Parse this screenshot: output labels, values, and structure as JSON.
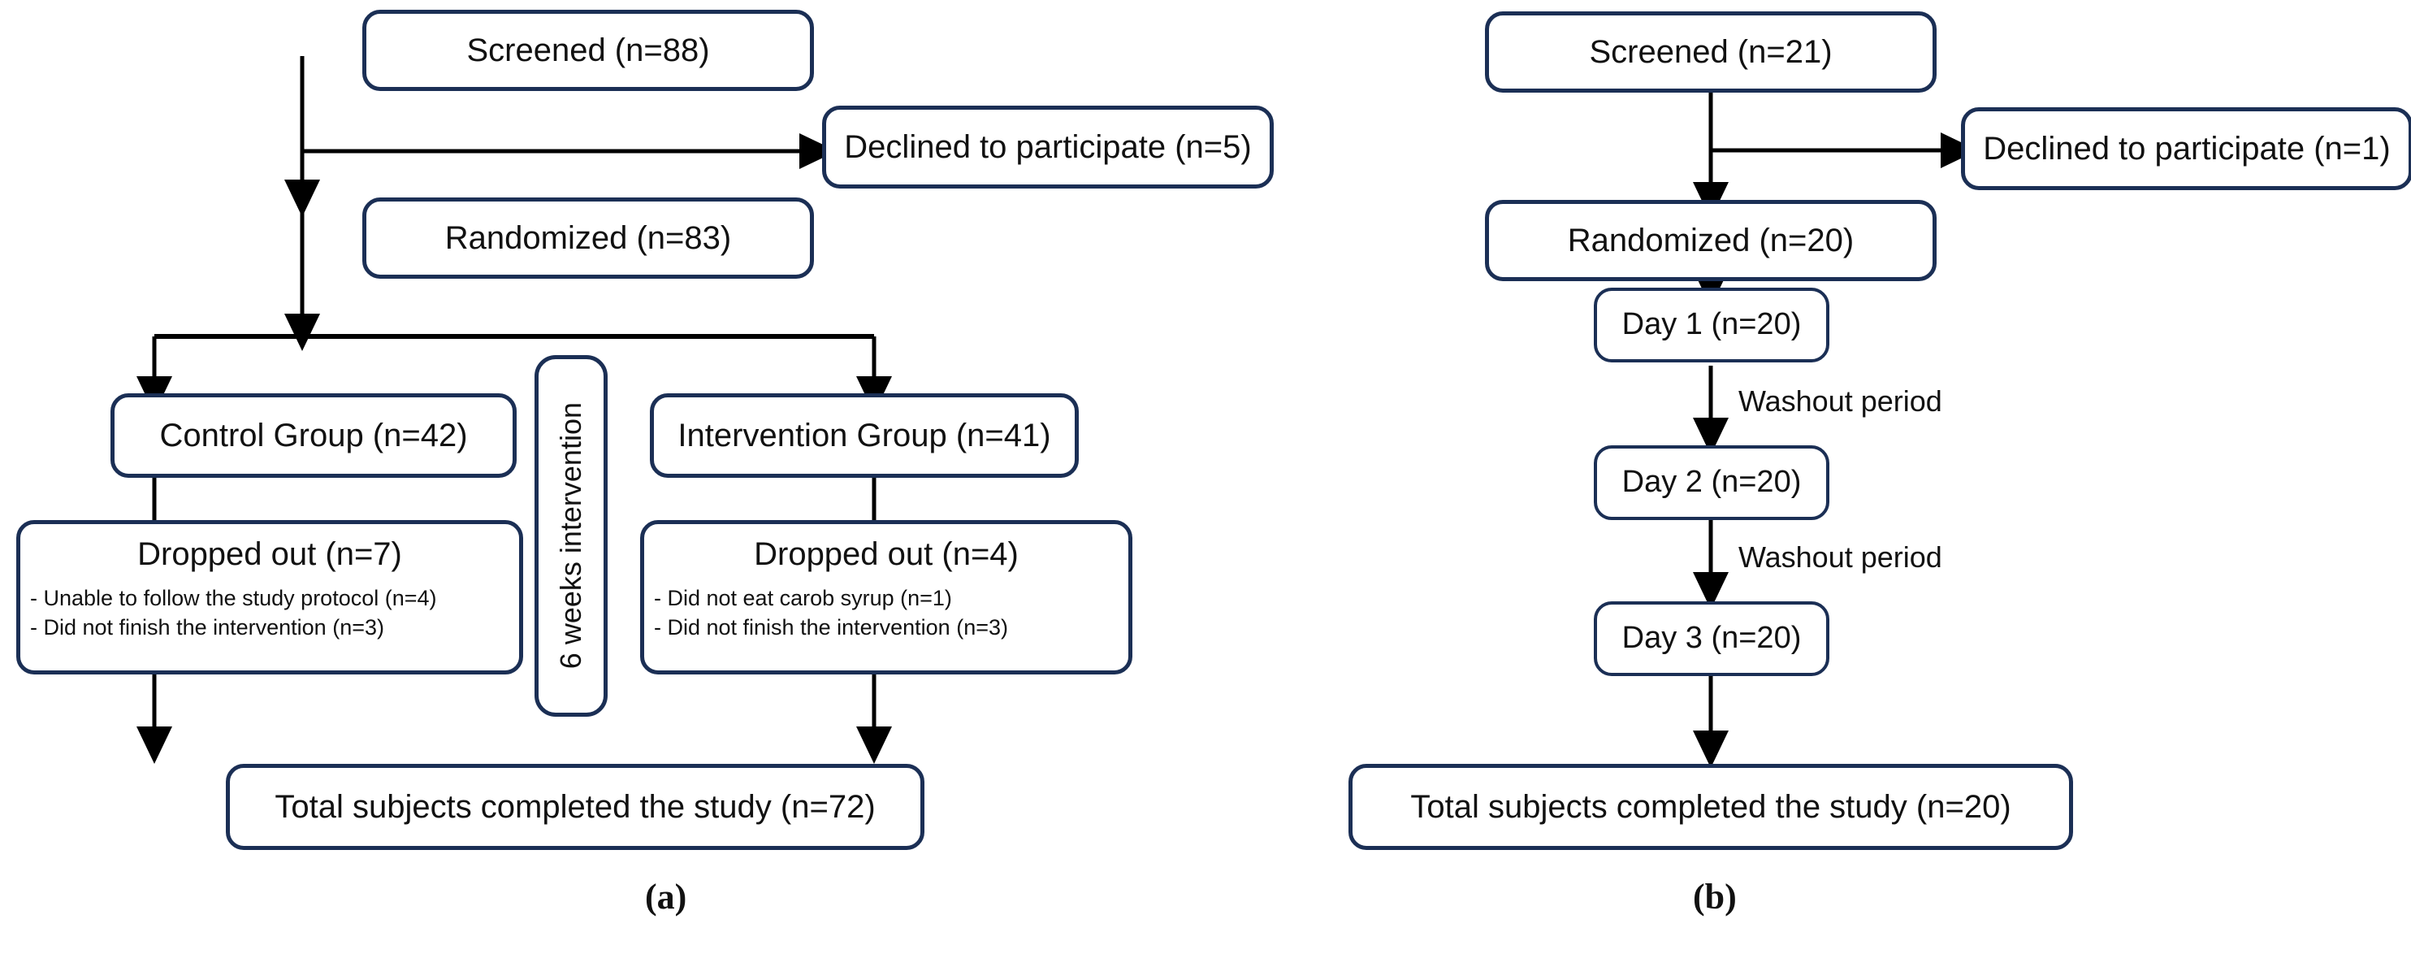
{
  "figure": {
    "type": "flowchart",
    "description": "CONSORT-style participant flow diagrams for two clinical studies",
    "accent_border_color": "#1b2f55",
    "arrow_color": "#000000",
    "background_color": "#ffffff"
  },
  "panel_a": {
    "label": "(a)",
    "nodes": {
      "screened": "Screened (n=88)",
      "declined": "Declined to participate (n=5)",
      "randomized": "Randomized (n=83)",
      "control_group": "Control Group (n=42)",
      "intervention_group": "Intervention Group (n=41)",
      "duration_band": "6 weeks intervention",
      "dropped_control_header": "Dropped out (n=7)",
      "dropped_control_items": [
        "- Unable to follow the study protocol (n=4)",
        "- Did not finish the intervention (n=3)"
      ],
      "dropped_intervention_header": "Dropped out (n=4)",
      "dropped_intervention_items": [
        "- Did not eat carob syrup (n=1)",
        "- Did not finish the intervention (n=3)"
      ],
      "total_completed": "Total subjects completed the study (n=72)"
    }
  },
  "panel_b": {
    "label": "(b)",
    "nodes": {
      "screened": "Screened (n=21)",
      "declined": "Declined to participate (n=1)",
      "randomized": "Randomized (n=20)",
      "day1": "Day 1 (n=20)",
      "day2": "Day 2 (n=20)",
      "day3": "Day 3 (n=20)",
      "total_completed": "Total subjects completed the study (n=20)"
    },
    "edge_labels": {
      "washout_1": "Washout period",
      "washout_2": "Washout period"
    }
  }
}
